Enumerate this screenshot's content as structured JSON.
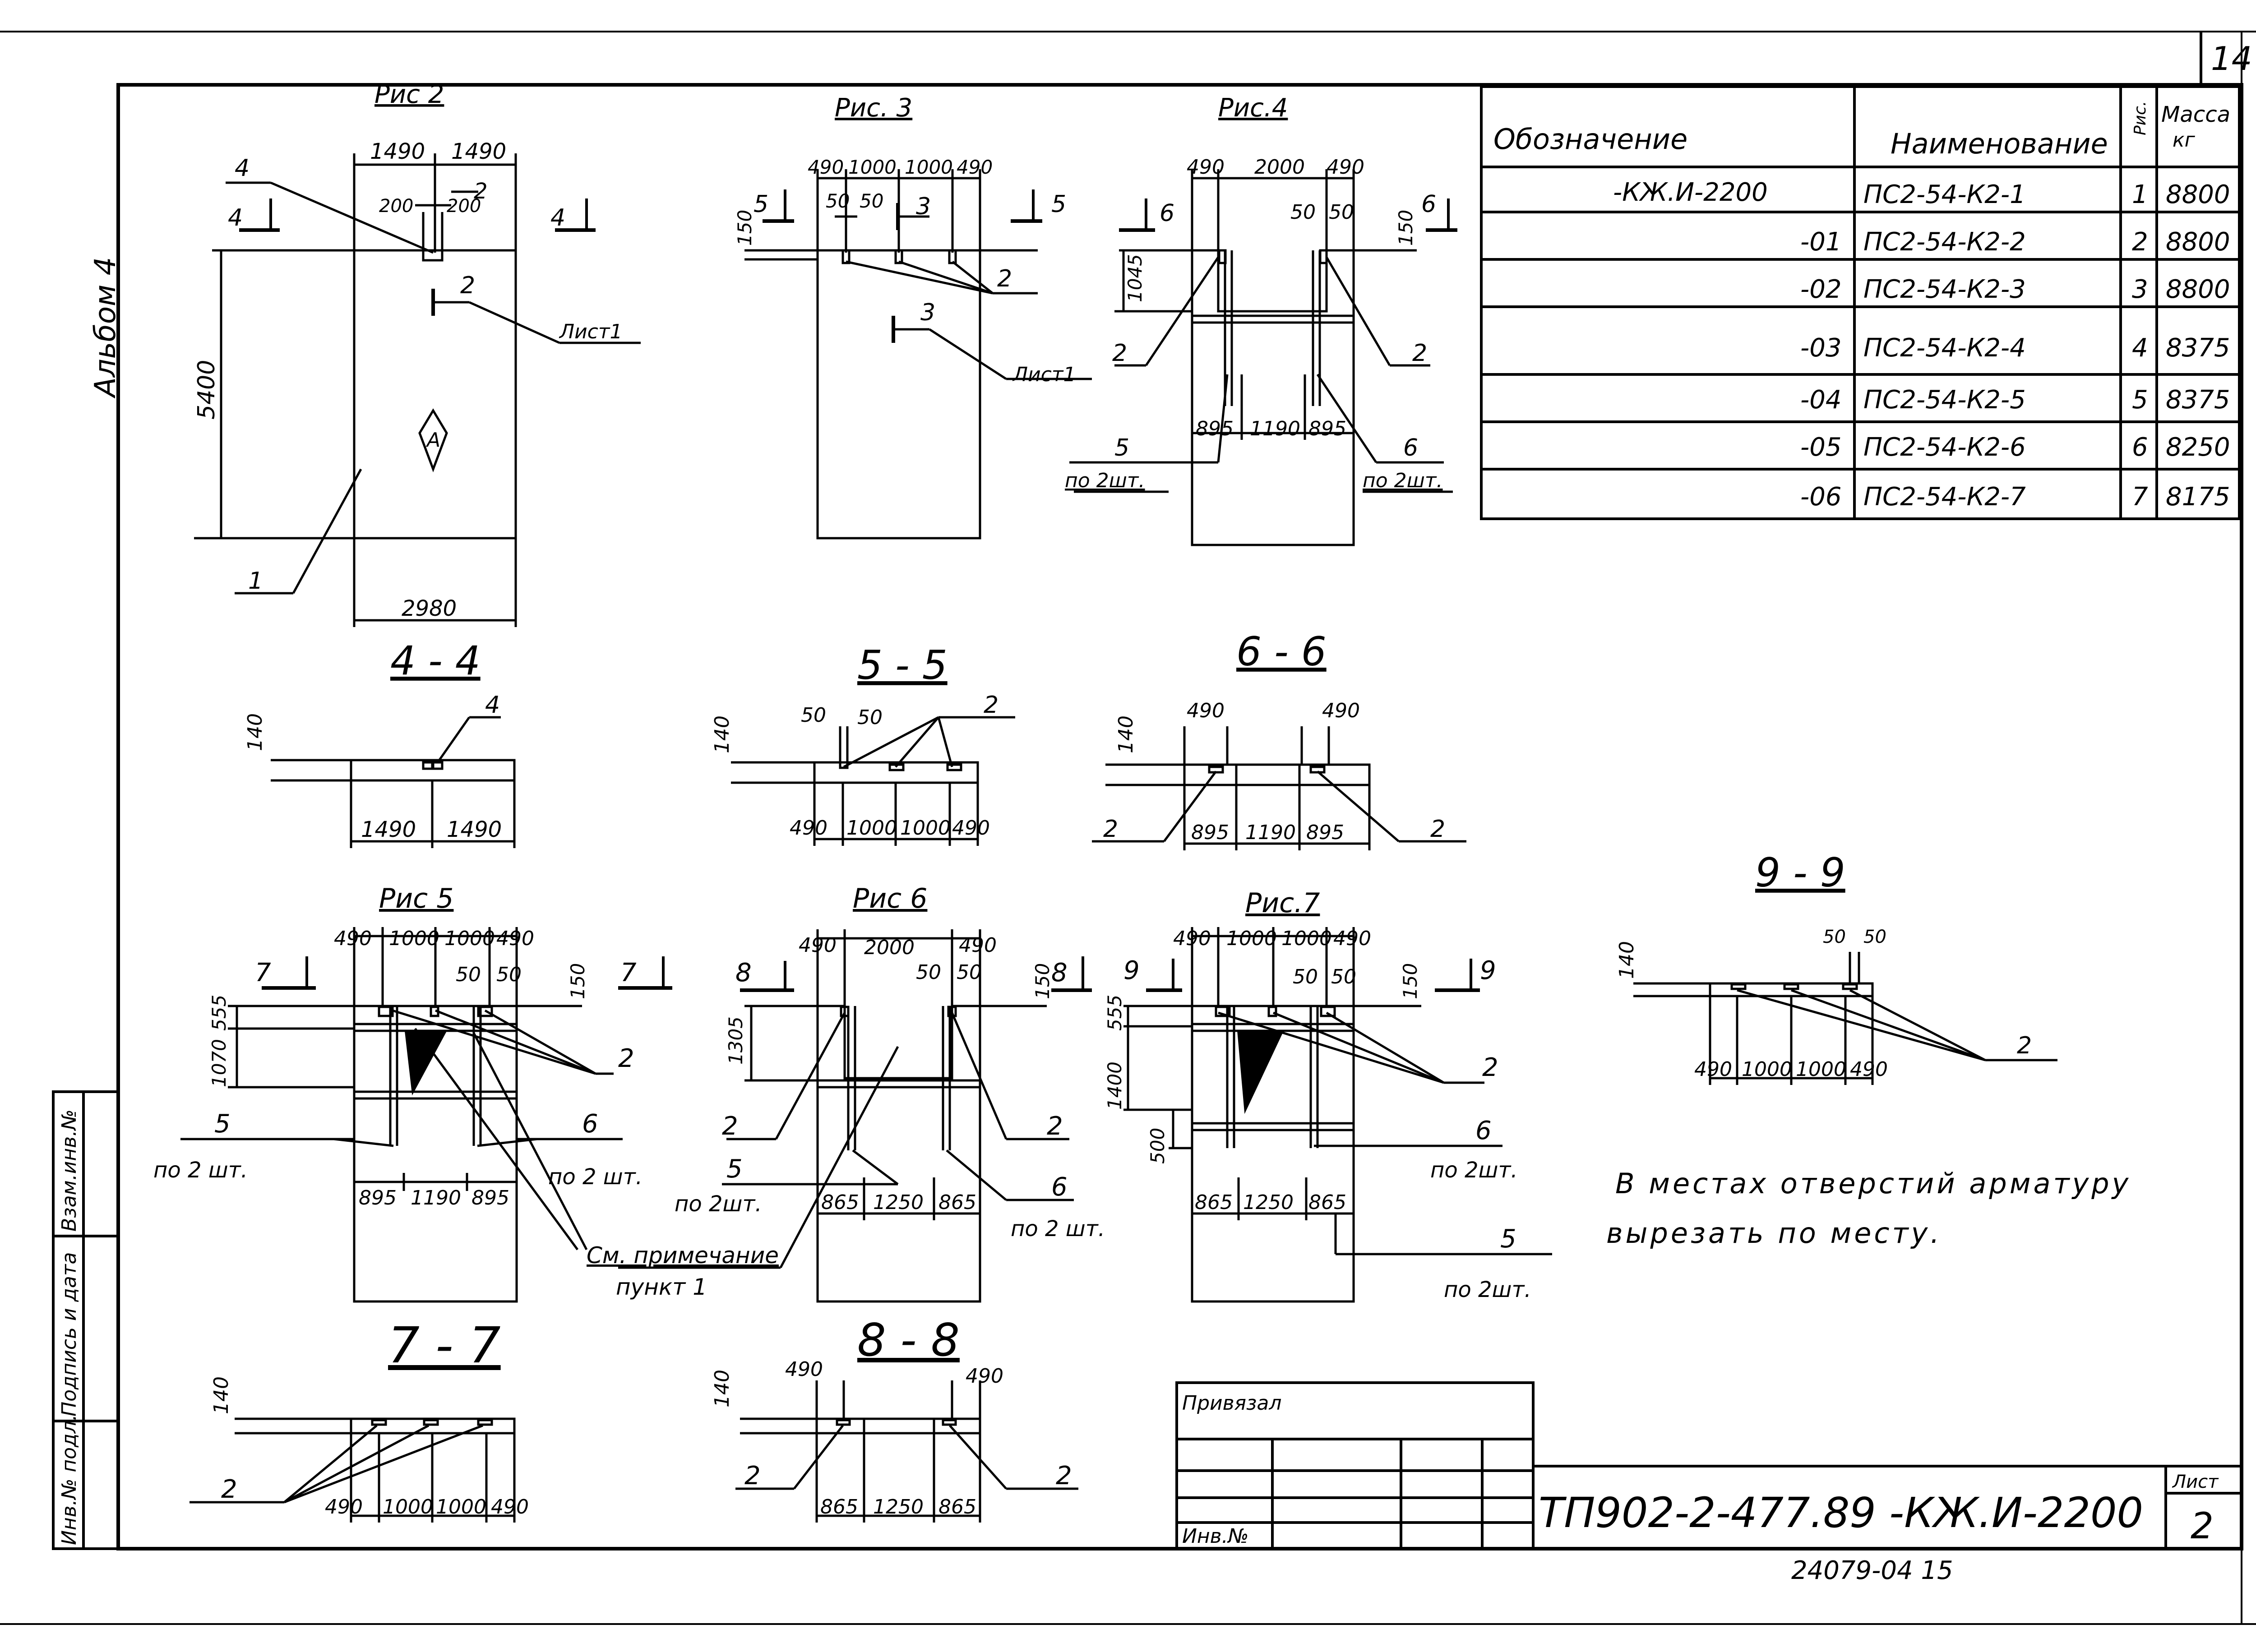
{
  "page_number": "14",
  "album_label": "Альбом 4",
  "figures": {
    "fig2": {
      "title": "Рис 2",
      "dims": {
        "w_left": "1490",
        "w_right": "1490",
        "w_total": "2980",
        "height": "5400",
        "hole_a": "200",
        "hole_b": "200"
      },
      "labels": {
        "l4": "4",
        "sec4_left": "4",
        "sec4_right": "4",
        "c2": "2",
        "sheet_ref": "Лист1",
        "leader1": "1",
        "mark": "А",
        "mark_num": "2"
      }
    },
    "fig3": {
      "title": "Рис. 3",
      "dims": [
        "490",
        "1000",
        "1000",
        "490"
      ],
      "small": [
        "50",
        "50"
      ],
      "h150": "150",
      "labels": {
        "sec_left": "5",
        "sec_right": "5",
        "c3": "3",
        "c2": "2",
        "sheet_ref": "Лист1",
        "mark3": "3"
      }
    },
    "fig4": {
      "title": "Рис.4",
      "top": [
        "490",
        "2000",
        "490"
      ],
      "small": [
        "50",
        "50"
      ],
      "h150": "150",
      "h1045": "1045",
      "bottom": [
        "895",
        "1190",
        "895"
      ],
      "labels": {
        "sec_left": "6",
        "sec_right": "6",
        "l2a": "2",
        "l2b": "2",
        "l5": "5",
        "l6": "6",
        "qty_left": "по 2шт.",
        "qty_right": "по 2шт."
      }
    }
  },
  "sections": {
    "s44": {
      "title": "4 - 4",
      "h": "140",
      "dims": [
        "1490",
        "1490"
      ],
      "leader": "4"
    },
    "s55": {
      "title": "5 - 5",
      "h": "140",
      "small": [
        "50",
        "50"
      ],
      "dims": [
        "490",
        "1000",
        "1000",
        "490"
      ],
      "leader": "2"
    },
    "s66": {
      "title": "6 - 6",
      "h": "140",
      "top": [
        "490",
        "490"
      ],
      "dims": [
        "895",
        "1190",
        "895"
      ],
      "l2a": "2",
      "l2b": "2"
    },
    "s77": {
      "title": "7 - 7",
      "h": "140",
      "dims": [
        "490",
        "1000",
        "1000",
        "490"
      ],
      "leader": "2"
    },
    "s88": {
      "title": "8 - 8",
      "h": "140",
      "top": [
        "490",
        "490"
      ],
      "dims": [
        "865",
        "1250",
        "865"
      ],
      "l2a": "2",
      "l2b": "2"
    },
    "s99": {
      "title": "9 - 9",
      "h": "140",
      "small": [
        "50",
        "50"
      ],
      "dims": [
        "490",
        "1000",
        "1000",
        "490"
      ],
      "leader": "2"
    }
  },
  "figures_lower": {
    "fig5": {
      "title": "Рис 5",
      "top": [
        "490",
        "1000",
        "1000",
        "490"
      ],
      "small": [
        "50",
        "50"
      ],
      "h150": "150",
      "h555": "555",
      "h1070": "1070",
      "bottom": [
        "895",
        "1190",
        "895"
      ],
      "labels": {
        "sec_left": "7",
        "sec_right": "7",
        "l2": "2",
        "l5": "5",
        "l6": "6",
        "qty_left": "по 2 шт.",
        "qty_right": "по 2 шт."
      }
    },
    "fig6": {
      "title": "Рис 6",
      "top": [
        "490",
        "2000",
        "490"
      ],
      "small": [
        "50",
        "50"
      ],
      "h150": "150",
      "h1305": "1305",
      "bottom": [
        "865",
        "1250",
        "865"
      ],
      "labels": {
        "sec_left": "8",
        "sec_right": "8",
        "l2a": "2",
        "l2b": "2",
        "l5": "5",
        "l6": "6",
        "qty_left": "по 2шт.",
        "qty_right": "по 2 шт.",
        "note1": "См. примечание",
        "note2": "пункт 1"
      }
    },
    "fig7": {
      "title": "Рис.7",
      "top": [
        "490",
        "1000",
        "1000",
        "490"
      ],
      "small": [
        "50",
        "50"
      ],
      "h150": "150",
      "h555": "555",
      "h1400": "1400",
      "h500": "500",
      "bottom": [
        "865",
        "1250",
        "865"
      ],
      "labels": {
        "sec_left": "9",
        "sec_right": "9",
        "l2": "2",
        "l6": "6",
        "l5": "5",
        "qty6": "по 2шт.",
        "qty5": "по 2шт."
      }
    }
  },
  "note": {
    "line1": "В местах отверстий арматуру",
    "line2": "вырезать по месту."
  },
  "spec_table": {
    "headers": {
      "designation": "Обозначение",
      "name": "Наименование",
      "fig": "Рис.",
      "mass": "Масса",
      "mass_unit": "кг"
    },
    "rows": [
      {
        "designation": "-КЖ.И-2200",
        "name": "ПС2-54-К2-1",
        "fig": "1",
        "mass": "8800"
      },
      {
        "designation": "-01",
        "name": "ПС2-54-К2-2",
        "fig": "2",
        "mass": "8800"
      },
      {
        "designation": "-02",
        "name": "ПС2-54-К2-3",
        "fig": "3",
        "mass": "8800"
      },
      {
        "designation": "-03",
        "name": "ПС2-54-К2-4",
        "fig": "4",
        "mass": "8375"
      },
      {
        "designation": "-04",
        "name": "ПС2-54-К2-5",
        "fig": "5",
        "mass": "8375"
      },
      {
        "designation": "-05",
        "name": "ПС2-54-К2-6",
        "fig": "6",
        "mass": "8250"
      },
      {
        "designation": "-06",
        "name": "ПС2-54-К2-7",
        "fig": "7",
        "mass": "8175"
      }
    ]
  },
  "stamp": {
    "linked_by": "Привязал",
    "inv_no": "Инв.№",
    "doc_code": "ТП902-2-477.89 -КЖ.И-2200",
    "sheet_label": "Лист",
    "sheet_no": "2",
    "archive_no": "24079-04  15"
  },
  "side_stamp": {
    "inv_podl": "Инв.№ подл.",
    "sign_date": "Подпись и дата",
    "vzam_inv": "Взам.инв.№"
  }
}
